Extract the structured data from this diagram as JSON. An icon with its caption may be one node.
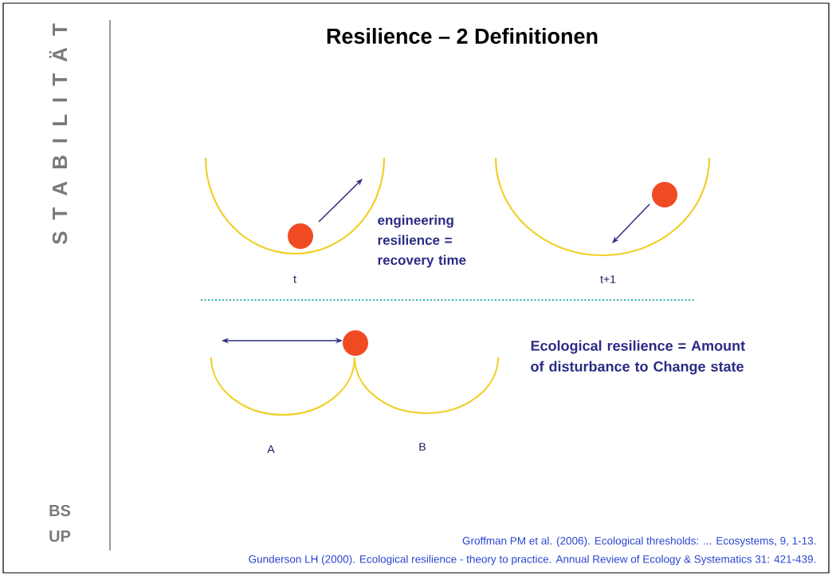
{
  "diagram": {
    "title": "Resilience – 2 Definitionen",
    "labels": [
      "S T A B I L I T Ä T",
      "engineering resilience = recovery time",
      "t",
      "t+1",
      "Ecological resilience = Amount of disturbance to Change state",
      "A",
      "B",
      "BS UP",
      "Groffman PM et al. (2006). Ecological thresholds: ... Ecosystems, 9, 1-13.",
      "Gunderson LH (2000). Ecological resilience - theory to practice. Annual Review of Ecology & Systematics 31: 421-439."
    ]
  }
}
